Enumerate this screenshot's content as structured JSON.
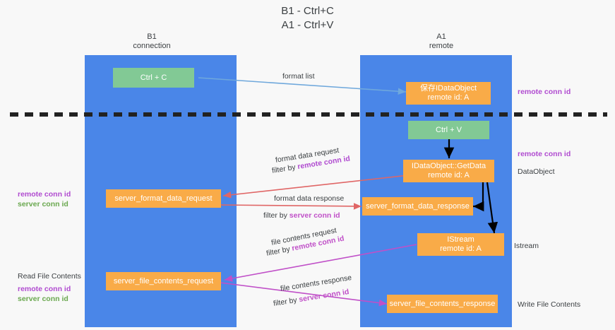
{
  "title": "B1 - Ctrl+C\nA1 - Ctrl+V",
  "columns": [
    {
      "name": "b1",
      "header": "B1\nconnection"
    },
    {
      "name": "a1",
      "header": "A1\nremote"
    }
  ],
  "nodes": {
    "ctrl_c": "Ctrl + C",
    "idataobject_store": "保存IDataObject\nremote id: A",
    "ctrl_v": "Ctrl + V",
    "idataobject_getdata": "IDataObject::GetData\nremote id: A",
    "server_format_data_request": "server_format_data_request",
    "server_format_data_response": "server_format_data_response",
    "istream": "IStream\nremote id: A",
    "server_file_contents_request": "server_file_contents_request",
    "server_file_contents_response": "server_file_contents_response"
  },
  "edge_labels": {
    "format_list": "format list",
    "format_data_request": "format data request",
    "format_data_request_filter_prefix": "filter by ",
    "format_data_request_filter_key": "remote conn id",
    "format_data_response": "format data response",
    "format_data_response_filter_prefix": "filter by ",
    "format_data_response_filter_key": "server conn id",
    "file_contents_request": "file contents request",
    "file_contents_request_filter_prefix": "filter by ",
    "file_contents_request_filter_key": "remote conn id",
    "file_contents_response": "file contents response",
    "file_contents_response_filter_prefix": "filter by ",
    "file_contents_response_filter_key": "server conn id"
  },
  "side_labels": {
    "right_remote_conn_id_top": "remote conn id",
    "right_remote_conn_id_mid": "remote conn id",
    "right_dataobject": "DataObject",
    "right_istream": "Istream",
    "right_write_file_contents": "Write File Contents",
    "left_remote_conn_id": "remote conn id",
    "left_server_conn_id": "server conn id",
    "left_read_file_contents": "Read File Contents",
    "left_remote_conn_id_2": "remote conn id",
    "left_server_conn_id_2": "server conn id"
  },
  "colors": {
    "lane": "#4a86e8",
    "green_node": "#82c995",
    "orange_node": "#f9ab48",
    "purple": "#b04bd0",
    "green_text": "#6aa84f",
    "magenta": "#c050c8",
    "blue_arrow": "#6fa8dc",
    "red_arrow": "#e06666",
    "black_arrow": "#000000",
    "background": "#f8f8f8"
  }
}
